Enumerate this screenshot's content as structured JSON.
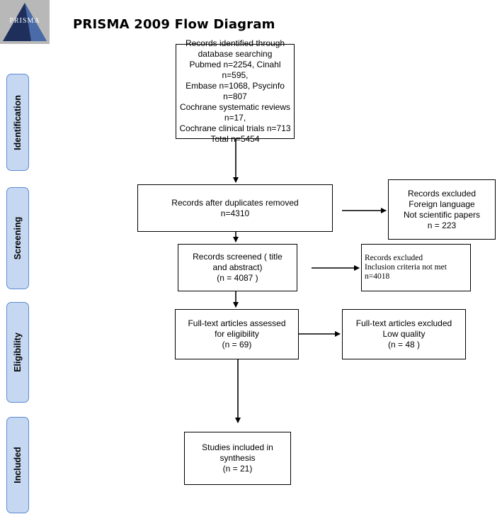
{
  "logo": {
    "text": "PRISMA"
  },
  "title": "PRISMA 2009 Flow Diagram",
  "phases": {
    "identification": "Identification",
    "screening": "Screening",
    "eligibility": "Eligibility",
    "included": "Included"
  },
  "boxes": {
    "identified": {
      "lines": [
        "Records identified through",
        "database searching",
        "Pubmed n=2254, Cinahl n=595,",
        "Embase n=1068, Psycinfo n=807",
        "Cochrane systematic reviews n=17,",
        "Cochrane clinical trials n=713",
        "Total n=5454"
      ]
    },
    "duplicates_removed": {
      "lines": [
        "Records after duplicates removed",
        "n=4310"
      ]
    },
    "excluded_language": {
      "lines": [
        "Records excluded",
        "Foreign language",
        "Not scientific papers",
        "n = 223"
      ]
    },
    "screened": {
      "lines": [
        "Records screened ( title",
        "and abstract)",
        "(n =  4087 )"
      ]
    },
    "excluded_criteria": {
      "lines": [
        "Records excluded",
        "Inclusion criteria not met",
        "n=4018"
      ]
    },
    "fulltext_assessed": {
      "lines": [
        "Full-text articles assessed",
        "for eligibility",
        "(n =  69)"
      ]
    },
    "fulltext_excluded": {
      "lines": [
        "Full-text articles excluded",
        "Low quality",
        "(n =  48 )"
      ]
    },
    "included": {
      "lines": [
        "Studies included in",
        "synthesis",
        "(n =  21)"
      ]
    }
  }
}
